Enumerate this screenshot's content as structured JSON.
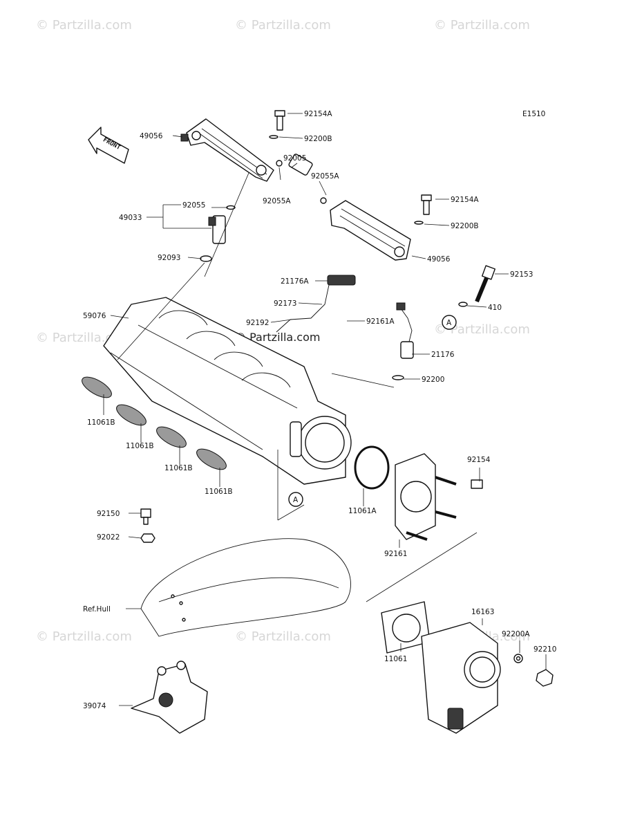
{
  "watermarks": {
    "text": "© Partzilla.com",
    "center_text": "© Partzilla.com"
  },
  "diagram_code": "E1510",
  "front_label": "FRONT",
  "ref_letter": "A",
  "part_labels": {
    "p92154A_top": "92154A",
    "p92200B_top": "92200B",
    "p49056_left": "49056",
    "p92005": "92005",
    "p92055A_right": "92055A",
    "p92055A_left": "92055A",
    "p92055": "92055",
    "p49033": "49033",
    "p92093": "92093",
    "p92154A_right": "92154A",
    "p92200B_right": "92200B",
    "p49056_right": "49056",
    "p92153": "92153",
    "p410": "410",
    "p21176A": "21176A",
    "p92173": "92173",
    "p92192": "92192",
    "p92161A": "92161A",
    "p21176": "21176",
    "p92200": "92200",
    "p59076": "59076",
    "p11061B_1": "11061B",
    "p11061B_2": "11061B",
    "p11061B_3": "11061B",
    "p11061B_4": "11061B",
    "p11061A": "11061A",
    "p92154": "92154",
    "p92161": "92161",
    "p92150": "92150",
    "p92022": "92022",
    "p_refhull": "Ref.Hull",
    "p16163": "16163",
    "p92200A": "92200A",
    "p92210": "92210",
    "p11061": "11061",
    "p39074": "39074"
  }
}
